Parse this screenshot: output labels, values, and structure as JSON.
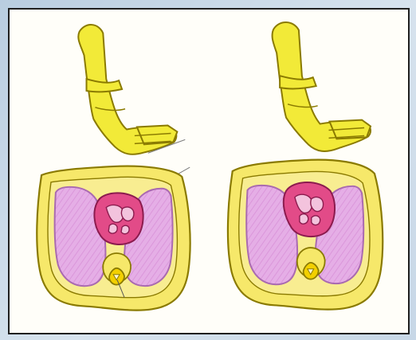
{
  "scene": {
    "kind": "illustration",
    "panels": [
      {
        "id": "left-panel",
        "subject": "cross-section-under-compression"
      },
      {
        "id": "right-panel",
        "subject": "cross-section-under-compression"
      }
    ],
    "colors": {
      "background": "#c9d8e6",
      "frame_border": "#1f1f1f",
      "hand_yellow": "#f2ea38",
      "body_outline": "#8a7a00",
      "yellow_fill": "#f6e86a",
      "lung_pink": "#e4a9e6",
      "lung_outline": "#b572b8",
      "heart_red": "#e24b88",
      "heart_outline": "#8b1b4e",
      "bone_yellow": "#f3d000"
    }
  }
}
